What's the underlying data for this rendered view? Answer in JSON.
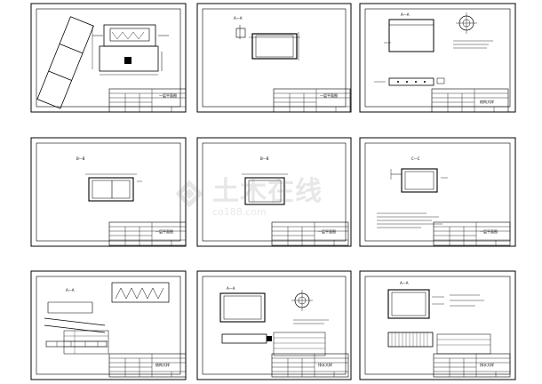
{
  "watermark": {
    "brand": "土木在线",
    "site": "co188.com"
  },
  "sheets": [
    {
      "section": "",
      "title": "一层平面图"
    },
    {
      "section": "A—A",
      "title": "一层平面图"
    },
    {
      "section": "A—A",
      "title": "结构大样"
    },
    {
      "section": "B—B",
      "title": "一层平面图"
    },
    {
      "section": "B—B",
      "title": "一层平面图"
    },
    {
      "section": "C—C",
      "title": "一层平面图"
    },
    {
      "section": "A—A",
      "title": "结构大样"
    },
    {
      "section": "A—A",
      "title": "排水大样"
    },
    {
      "section": "A—A",
      "title": "排水大样"
    }
  ]
}
